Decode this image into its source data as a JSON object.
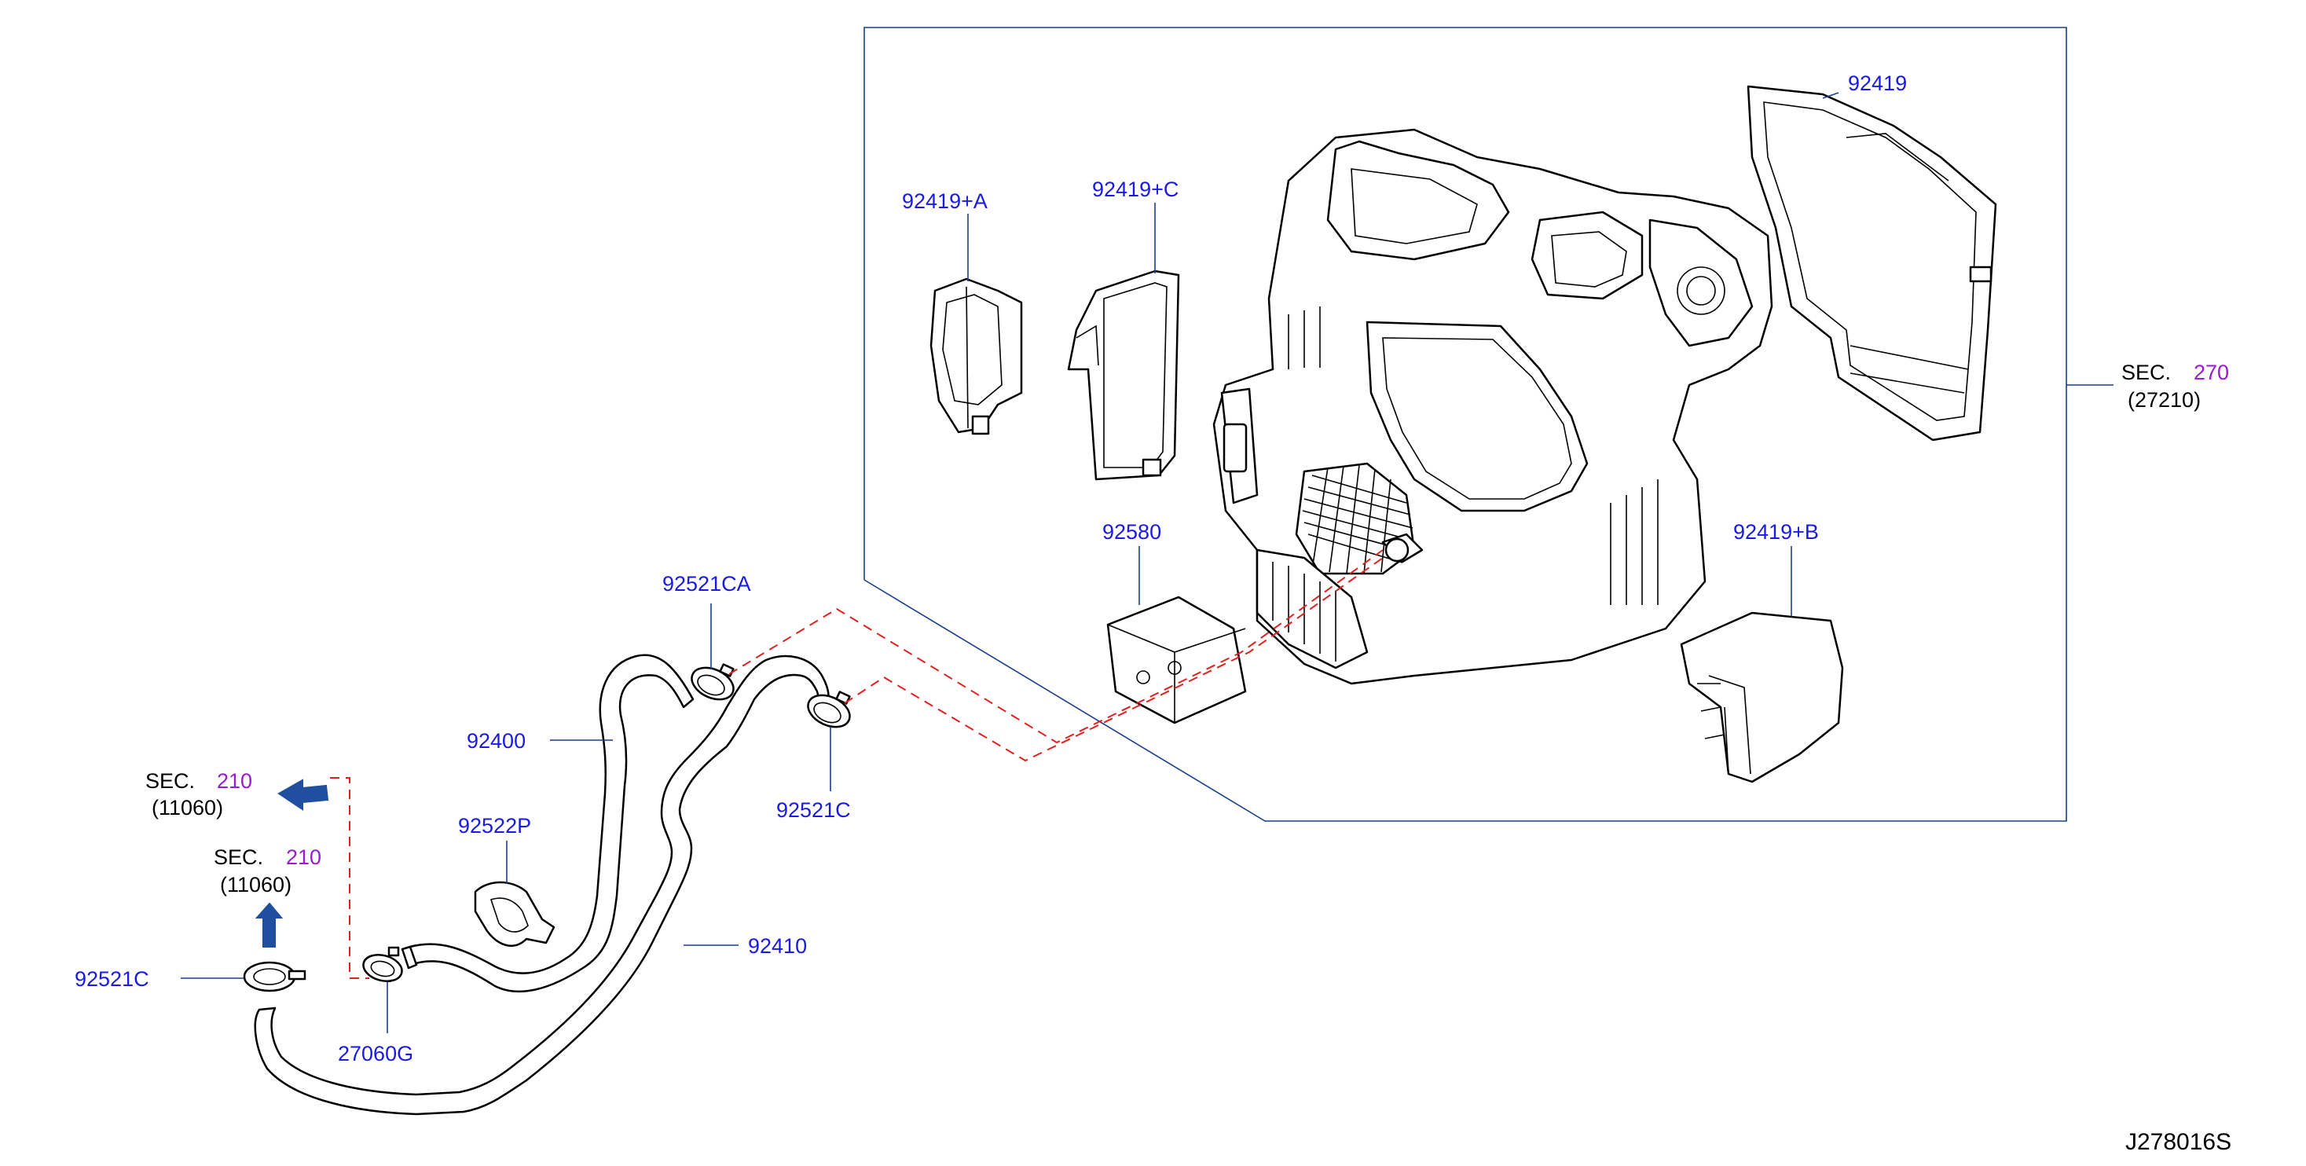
{
  "diagram": {
    "reference_code": "J278016S",
    "colors": {
      "part_number": "#1a1ae6",
      "section_number": "#9a1ad0",
      "leader_line": "#1a3f8a",
      "dashed_connection": "#e02020",
      "arrow": "#1f4f9e"
    },
    "part_numbers": {
      "p92419": "92419",
      "p92419A": "92419+A",
      "p92419C": "92419+C",
      "p92419B": "92419+B",
      "p92580": "92580",
      "p92521CA": "92521CA",
      "p92400": "92400",
      "p92522P": "92522P",
      "p92521C_mid": "92521C",
      "p92410": "92410",
      "p92521C_left": "92521C",
      "p27060G": "27060G"
    },
    "section_refs": {
      "right": {
        "prefix": "SEC.",
        "number": "270",
        "code": "(27210)"
      },
      "left_upper": {
        "prefix": "SEC.",
        "number": "210",
        "code": "(11060)"
      },
      "left_lower": {
        "prefix": "SEC.",
        "number": "210",
        "code": "(11060)"
      }
    },
    "icons": [
      "arrow-left-icon",
      "arrow-up-icon"
    ]
  }
}
